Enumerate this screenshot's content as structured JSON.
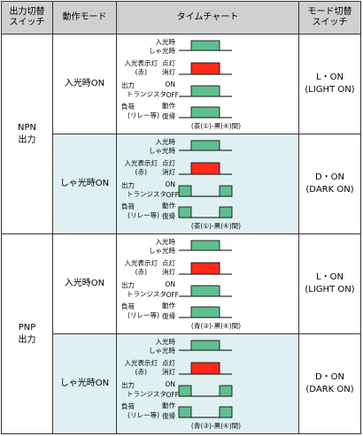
{
  "header": {
    "col1": "出力切替\nスイッチ",
    "col2": "動作モード",
    "col3": "タイムチャート",
    "col4": "モード切替\nスイッチ"
  },
  "groups": [
    {
      "output": "NPN\n出力",
      "rows": [
        {
          "mode": "入光時ON",
          "switch": "L・ON\n(LIGHT ON)",
          "note": "(茶(①)-黒(④)間)",
          "labels": {
            "in": "入光時",
            "out": "しゃ光時",
            "lamp1": "入光表示灯",
            "lamp2": "(赤)",
            "lamp_on": "点灯",
            "lamp_off": "消灯",
            "tr1": "出力",
            "tr2": "トランジスタ",
            "tr_on": "ON",
            "tr_off": "OFF",
            "ld1": "負荷",
            "ld2": "(リレー等)",
            "ld_on": "動作",
            "ld_off": "復帰"
          },
          "dark": false
        },
        {
          "mode": "しゃ光時ON",
          "switch": "D・ON\n(DARK ON)",
          "note": "(茶(①)-黒(④)間)",
          "labels": {
            "in": "入光時",
            "out": "しゃ光時",
            "lamp1": "入光表示灯",
            "lamp2": "(赤)",
            "lamp_on": "点灯",
            "lamp_off": "消灯",
            "tr1": "出力",
            "tr2": "トランジスタ",
            "tr_on": "ON",
            "tr_off": "OFF",
            "ld1": "負荷",
            "ld2": "(リレー等)",
            "ld_on": "動作",
            "ld_off": "復帰"
          },
          "dark": true
        }
      ]
    },
    {
      "output": "PNP\n出力",
      "rows": [
        {
          "mode": "入光時ON",
          "switch": "L・ON\n(LIGHT ON)",
          "note": "(青(③)-黒(④)間)",
          "labels": {
            "in": "入光時",
            "out": "しゃ光時",
            "lamp1": "入光表示灯",
            "lamp2": "(赤)",
            "lamp_on": "点灯",
            "lamp_off": "消灯",
            "tr1": "出力",
            "tr2": "トランジスタ",
            "tr_on": "ON",
            "tr_off": "OFF",
            "ld1": "負荷",
            "ld2": "(リレー等)",
            "ld_on": "動作",
            "ld_off": "復帰"
          },
          "dark": false
        },
        {
          "mode": "しゃ光時ON",
          "switch": "D・ON\n(DARK ON)",
          "note": "(青(③)-黒(④)間)",
          "labels": {
            "in": "入光時",
            "out": "しゃ光時",
            "lamp1": "入光表示灯",
            "lamp2": "(赤)",
            "lamp_on": "点灯",
            "lamp_off": "消灯",
            "tr1": "出力",
            "tr2": "トランジスタ",
            "tr_on": "ON",
            "tr_off": "OFF",
            "ld1": "負荷",
            "ld2": "(リレー等)",
            "ld_on": "動作",
            "ld_off": "復帰"
          },
          "dark": true
        }
      ]
    }
  ],
  "colors": {
    "header_bg": "#d0d0d0",
    "dark_mode_bg": "#dff0f2",
    "pulse_green": "#5fbf8f",
    "pulse_red": "#ff2a1a"
  }
}
